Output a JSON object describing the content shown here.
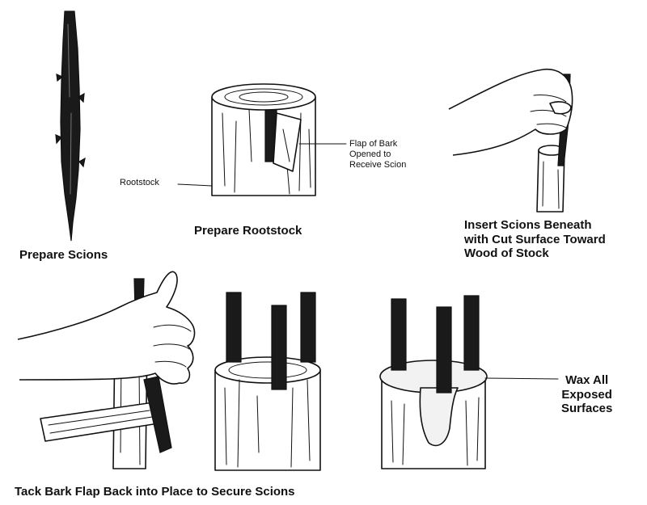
{
  "labels": {
    "prepare_scions": "Prepare Scions",
    "prepare_rootstock": "Prepare Rootstock",
    "rootstock": "Rootstock",
    "flap_lines": [
      "Flap of Bark",
      "Opened to",
      "Receive Scion"
    ],
    "insert_lines": [
      "Insert Scions Beneath",
      "with Cut Surface Toward",
      "Wood of Stock"
    ],
    "tack": "Tack Bark Flap Back into Place to Secure Scions",
    "wax_lines": [
      "Wax All",
      "Exposed",
      "Surfaces"
    ]
  }
}
